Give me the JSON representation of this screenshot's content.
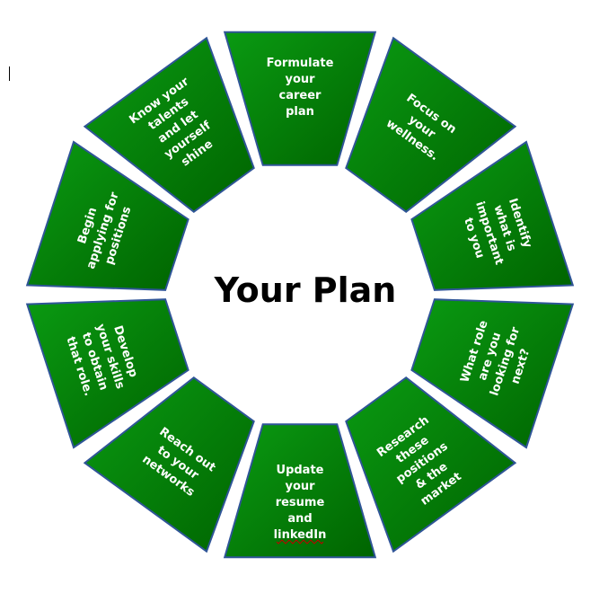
{
  "center": {
    "title": "Your Plan"
  },
  "colors": {
    "fill_light": "#0a9a12",
    "fill_dark": "#006400",
    "outline": "#2f5597",
    "text": "#ffffff",
    "title": "#000000"
  },
  "segments": [
    {
      "name": "segment-formulate-career-plan",
      "lines": [
        "Formulate",
        "your",
        "career",
        "plan"
      ]
    },
    {
      "name": "segment-focus-on-wellness",
      "lines": [
        "Focus on",
        "your",
        "wellness."
      ]
    },
    {
      "name": "segment-identify-what-is-important",
      "lines": [
        "Identify",
        "what is",
        "important",
        "to you"
      ]
    },
    {
      "name": "segment-what-role",
      "lines": [
        "What role",
        "are you",
        "looking for",
        "next?"
      ]
    },
    {
      "name": "segment-research-positions",
      "lines": [
        "Research",
        "these",
        "positions",
        "& the",
        "market"
      ]
    },
    {
      "name": "segment-update-resume",
      "lines": [
        "Update",
        "your",
        "resume",
        "and",
        "linkedIn"
      ]
    },
    {
      "name": "segment-reach-out",
      "lines": [
        "Reach out",
        "to your",
        "networks"
      ]
    },
    {
      "name": "segment-develop-skills",
      "lines": [
        "Develop",
        "your skills",
        "to obtain",
        "that role."
      ]
    },
    {
      "name": "segment-begin-applying",
      "lines": [
        "Begin",
        "applying for",
        "positions"
      ]
    },
    {
      "name": "segment-know-your-talents",
      "lines": [
        "Know your",
        "talents",
        "and let",
        "yourself",
        "shine"
      ]
    }
  ]
}
